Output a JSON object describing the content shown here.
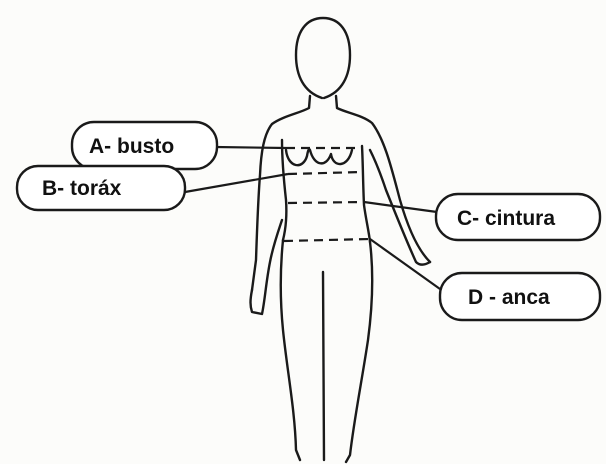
{
  "labels": {
    "busto": "A- busto",
    "torax": "B- toráx",
    "cintura": "C- cintura",
    "anca": "D - anca"
  },
  "colors": {
    "paper": "#fcfcfa",
    "ink": "#1a1a1a"
  }
}
